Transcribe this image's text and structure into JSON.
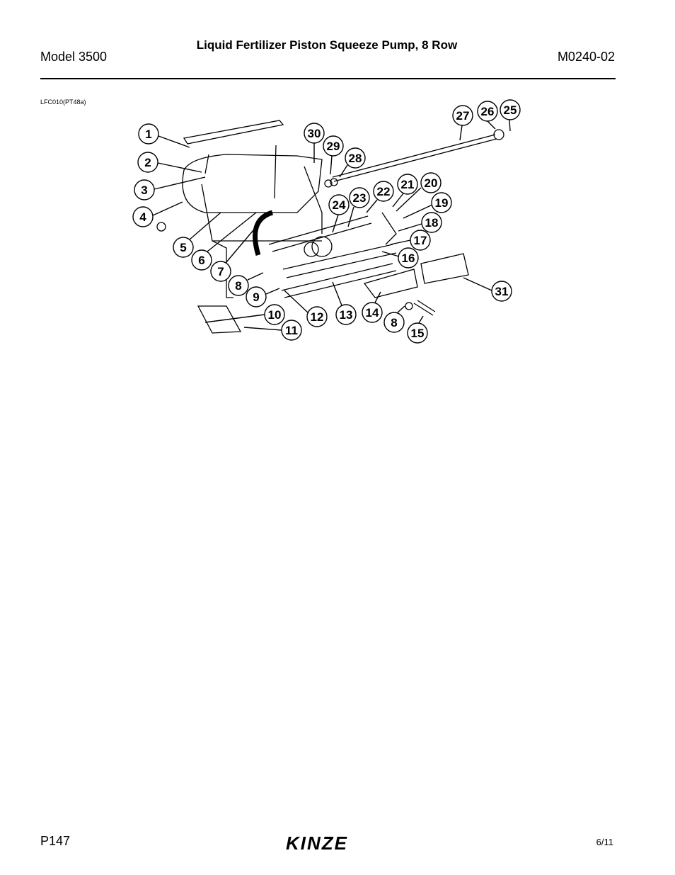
{
  "header": {
    "model": "Model 3500",
    "title": "Liquid Fertilizer Piston Squeeze Pump, 8 Row",
    "doc_number": "M0240-02"
  },
  "figure": {
    "code": "LFC010(PT48a)",
    "callouts": [
      "1",
      "2",
      "3",
      "4",
      "5",
      "6",
      "7",
      "8",
      "9",
      "10",
      "11",
      "12",
      "13",
      "14",
      "8",
      "15",
      "16",
      "17",
      "18",
      "19",
      "20",
      "21",
      "22",
      "23",
      "24",
      "28",
      "29",
      "30",
      "27",
      "26",
      "25",
      "31"
    ]
  },
  "footer": {
    "page": "P147",
    "brand": "KINZE",
    "date": "6/11"
  }
}
